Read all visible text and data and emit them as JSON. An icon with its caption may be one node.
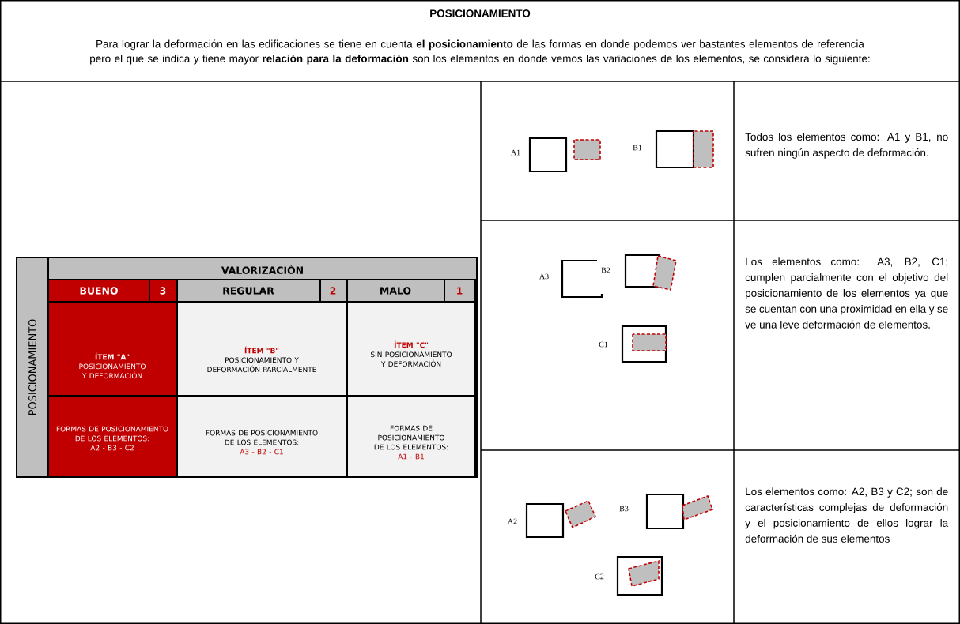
{
  "diagram": {
    "title": "POSICIONAMIENTO",
    "labels": [
      "Para lograr la deformación en las edificaciones se tiene en cuenta **el posicionamiento** de las formas en donde podemos ver bastantes elementos de referencia pero el que se indica y tiene mayor **relación para la deformación** son los elementos en donde vemos las variaciones de los elementos, se considera lo siguiente:",
      "POSICIONAMIENTO",
      "VALORIZACIÓN",
      "BUENO",
      "3",
      "REGULAR",
      "2",
      "MALO",
      "1",
      "ÍTEM \"A\"",
      "POSICIONAMIENTO Y DEFORMACIÓN",
      "ÍTEM \"B\"",
      "POSICIONAMIENTO Y DEFORMACIÓN PARCIALMENTE",
      "ÍTEM \"C\"",
      "SIN POSICIONAMIENTO Y DEFORMACIÓN",
      "FORMAS DE POSICIONAMIENTO DE LOS ELEMENTOS:",
      "A2 - B3 - C2",
      "FORMAS DE POSICIONAMIENTO DE LOS ELEMENTOS:",
      "A3 - B2 - C1",
      "FORMAS DE POSICIONAMIENTO DE LOS ELEMENTOS:",
      "A1 - B1",
      "A1",
      "B1",
      "Todos los elementos como: A1 y B1, no sufren ningún aspecto de deformación.",
      "A3",
      "B2",
      "C1",
      "Los elementos como: A3, B2, C1; cumplen parcialmente con el objetivo del posicionamiento de los elementos ya que se cuentan con una proximidad en ella y se ve una leve deformación de elementos.",
      "A2",
      "B3",
      "C2",
      "Los elementos como: A2, B3 y C2; son de características complejas de deformación y el posicionamiento de ellos lograr la deformación de sus elementos"
    ]
  }
}
